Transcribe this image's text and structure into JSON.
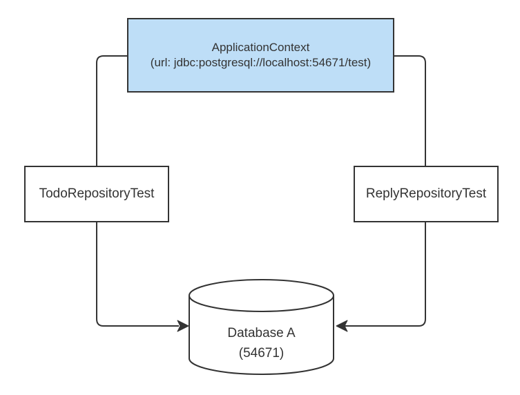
{
  "diagram": {
    "background": "#ffffff",
    "line_color": "#333333",
    "nodes": {
      "application_context": {
        "title": "ApplicationContext",
        "subtitle": "(url: jdbc:postgresql://localhost:54671/test)",
        "fill": "#bedef7",
        "border_color": "#333333"
      },
      "todo_repository_test": {
        "label": "TodoRepositoryTest",
        "fill": "#ffffff",
        "border_color": "#333333"
      },
      "reply_repository_test": {
        "label": "ReplyRepositoryTest",
        "fill": "#ffffff",
        "border_color": "#333333"
      },
      "database": {
        "title": "Database A",
        "subtitle": "(54671)",
        "shape": "cylinder",
        "fill": "#ffffff",
        "border_color": "#333333"
      }
    },
    "edges": [
      {
        "from": "application_context",
        "through": "todo_repository_test",
        "to": "database",
        "arrowhead": "solid-arrow-into-database-left-side"
      },
      {
        "from": "application_context",
        "through": "reply_repository_test",
        "to": "database",
        "arrowhead": "solid-arrow-into-database-right-side"
      }
    ]
  }
}
